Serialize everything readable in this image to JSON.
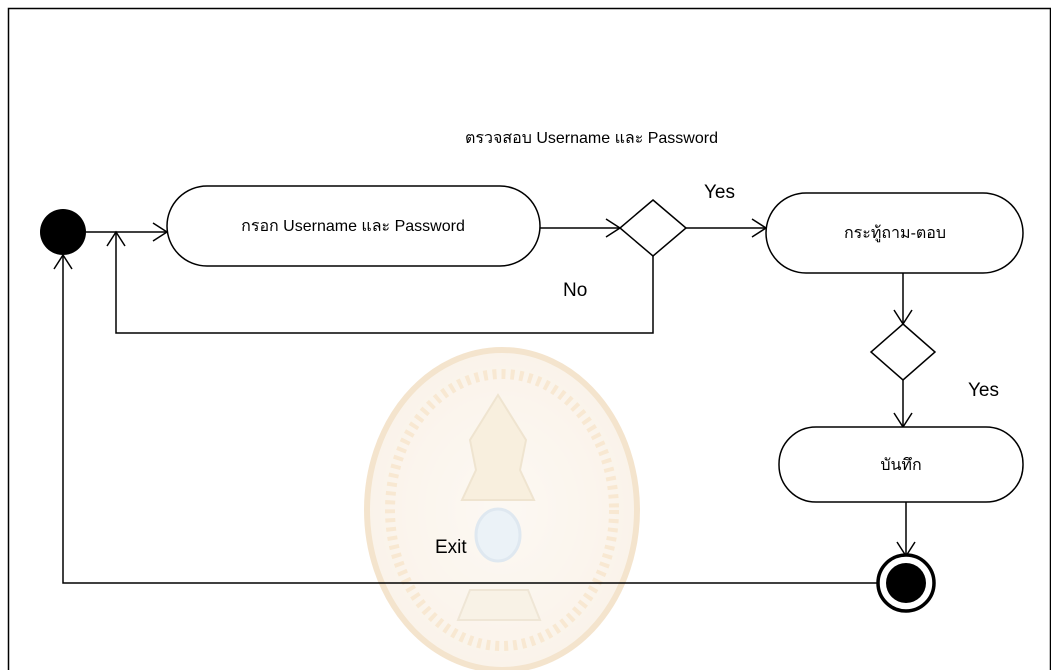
{
  "diagram": {
    "header_label": "ตรวจสอบ Username และ Password",
    "nodes": {
      "login": "กรอก Username และ Password",
      "qa": "กระทู้ถาม-ตอบ",
      "save": "บันทึก"
    },
    "edges": {
      "yes_top": "Yes",
      "no": "No",
      "yes_right": "Yes",
      "exit": "Exit"
    },
    "watermark": "university seal"
  }
}
